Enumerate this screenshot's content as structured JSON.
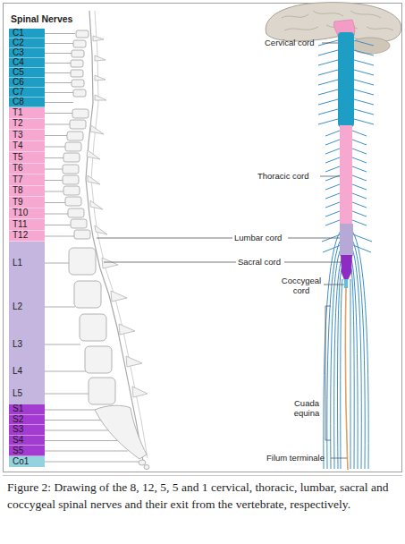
{
  "diagram": {
    "title": "Spinal Nerves",
    "caption": "Figure 2: Drawing of the 8, 12, 5, 5 and 1 cervical, thoracic, lumbar, sacral and coccygeal spinal nerves and their exit from the vertebrate, respectively.",
    "nodes": [
      {
        "text": [
          "C1"
        ]
      },
      {
        "text": [
          "C2"
        ]
      },
      {
        "text": [
          "C3"
        ]
      },
      {
        "text": [
          "C4"
        ]
      },
      {
        "text": [
          "C5"
        ]
      },
      {
        "text": [
          "C6"
        ]
      },
      {
        "text": [
          "C7"
        ]
      },
      {
        "text": [
          "C8"
        ]
      },
      {
        "text": [
          "T1"
        ]
      },
      {
        "text": [
          "T2"
        ]
      },
      {
        "text": [
          "T3"
        ]
      },
      {
        "text": [
          "T4"
        ]
      },
      {
        "text": [
          "T5"
        ]
      },
      {
        "text": [
          "T6"
        ]
      },
      {
        "text": [
          "T7"
        ]
      },
      {
        "text": [
          "T8"
        ]
      },
      {
        "text": [
          "T9"
        ]
      },
      {
        "text": [
          "T10"
        ]
      },
      {
        "text": [
          "T11"
        ]
      },
      {
        "text": [
          "T12"
        ]
      },
      {
        "text": [
          "L1"
        ]
      },
      {
        "text": [
          "L2"
        ]
      },
      {
        "text": [
          "L3"
        ]
      },
      {
        "text": [
          "L4"
        ]
      },
      {
        "text": [
          "L5"
        ]
      },
      {
        "text": [
          "S1"
        ]
      },
      {
        "text": [
          "S2"
        ]
      },
      {
        "text": [
          "S3"
        ]
      },
      {
        "text": [
          "S4"
        ]
      },
      {
        "text": [
          "S5"
        ]
      },
      {
        "text": [
          "Co1"
        ]
      }
    ],
    "labels": [
      "Cervical cord",
      "Thoracic cord",
      "Lumbar cord",
      "Sacral cord",
      "Coccygeal cord",
      "Cuada equina",
      "Filum terminale"
    ]
  }
}
